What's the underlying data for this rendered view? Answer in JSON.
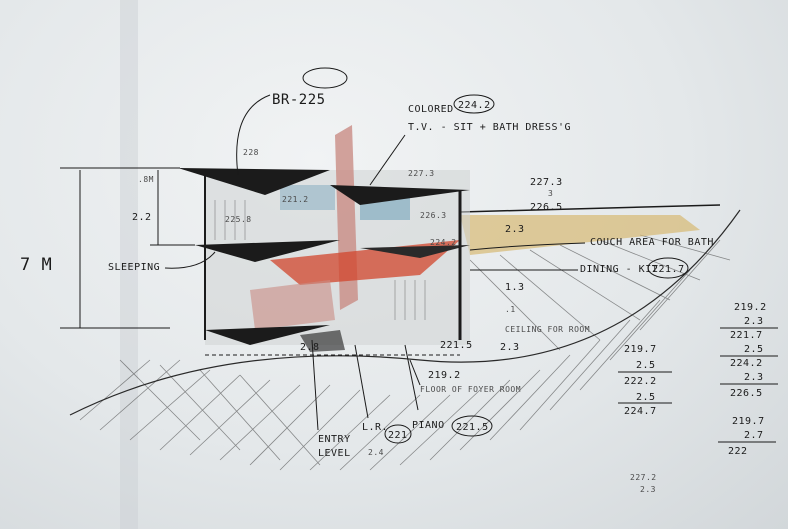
{
  "sketch": {
    "title_tag": "BR-225",
    "labels": {
      "colored": "COLORED",
      "colored_value": "224.2",
      "tv_sit": "T.V. - SIT + BATH DRESS'G",
      "sleeping": "SLEEPING",
      "couch_area": "COUCH AREA FOR BATH",
      "dining_kit": "DINING - KIT",
      "dining_kit_value": "221.7",
      "ceiling_for_room": "CEILING FOR ROOM",
      "floor_of_room": "FLOOR OF FOYER ROOM",
      "entry": "ENTRY",
      "entry_level": "LEVEL",
      "lr": "L.R.",
      "lr_value": "221",
      "piano": "PIANO",
      "piano_value": "221.5",
      "height": "7 M"
    },
    "dimensions": {
      "d_08": ".8M",
      "d_22": "2.2",
      "d_23": "2.3",
      "d_13": "1.3",
      "d_23b": "2.3",
      "d_228": "228",
      "d_2273": "227.3",
      "d_2212": "221.2",
      "d_2258": "225.8",
      "d_2263": "226.3",
      "d_2242": "224.2",
      "d_2215": "221.5",
      "d_2192": "219.2",
      "d_1": ".1",
      "d_28": "2.8",
      "d_ext_2273": "227.3",
      "d_ext_3": "3",
      "d_ext_2265": "226.5",
      "d_24": "2.4"
    },
    "calculations": {
      "col1": [
        "219.7",
        "2.5",
        "222.2",
        "2.5",
        "224.7"
      ],
      "col2": [
        "219.2",
        "2.3",
        "221.7",
        "2.5",
        "224.2",
        "2.3",
        "226.5"
      ],
      "col3": [
        "219.7",
        "2.7",
        "222"
      ],
      "bottom": [
        "227.2",
        "2.3"
      ]
    },
    "colors": {
      "ink": "#1b1b1b",
      "rose": "#c98c84",
      "red": "#d2462c",
      "ochre": "#d6b66a",
      "blue": "#8fb3c4",
      "graphite": "#6c6c6c"
    }
  }
}
